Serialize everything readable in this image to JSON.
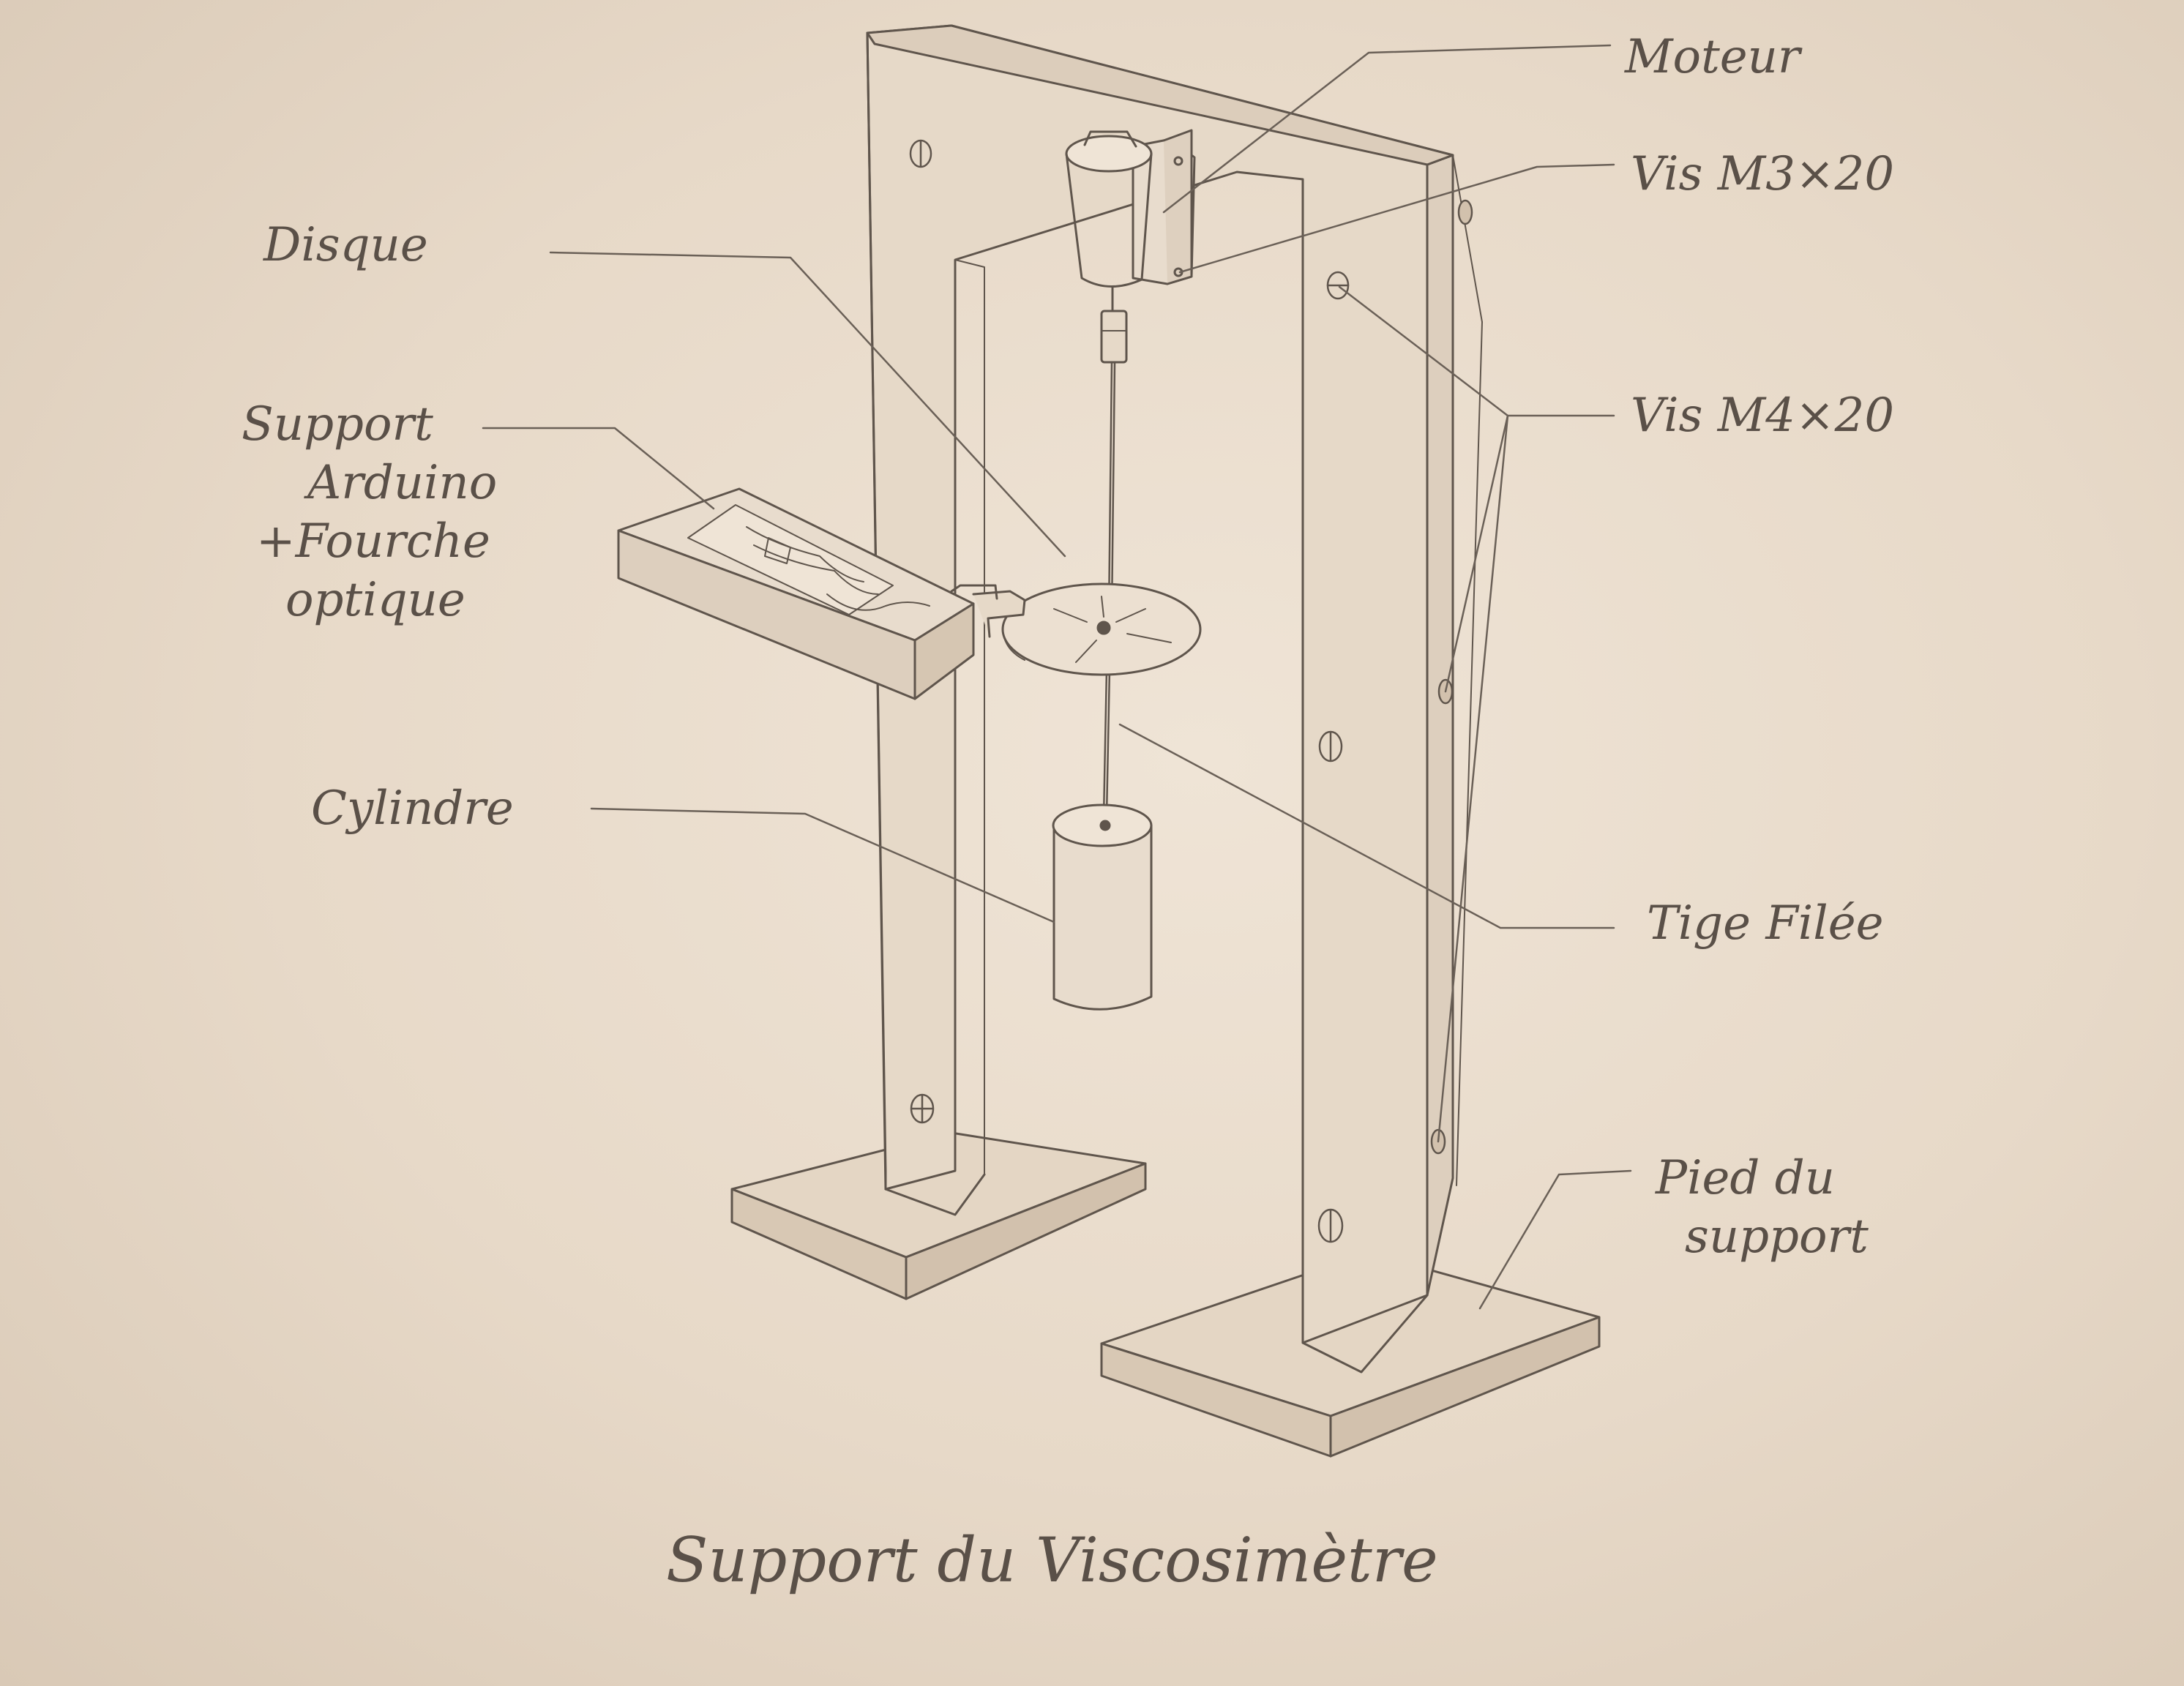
{
  "labels": {
    "moteur": "Moteur",
    "vis_m3": "Vis M3×20",
    "vis_m4": "Vis M4×20",
    "disque": "Disque",
    "support_arduino": [
      "Support",
      "Arduino",
      "+Fourche",
      "optique"
    ],
    "cylindre": "Cylindre",
    "tige": "Tige Filée",
    "pied": [
      "Pied du",
      "support"
    ]
  },
  "title": "Support du Viscosimètre",
  "colors": {
    "paper": "#e9dccc",
    "pencil": "#5f554c",
    "pencil_light": "#8a7f74"
  }
}
